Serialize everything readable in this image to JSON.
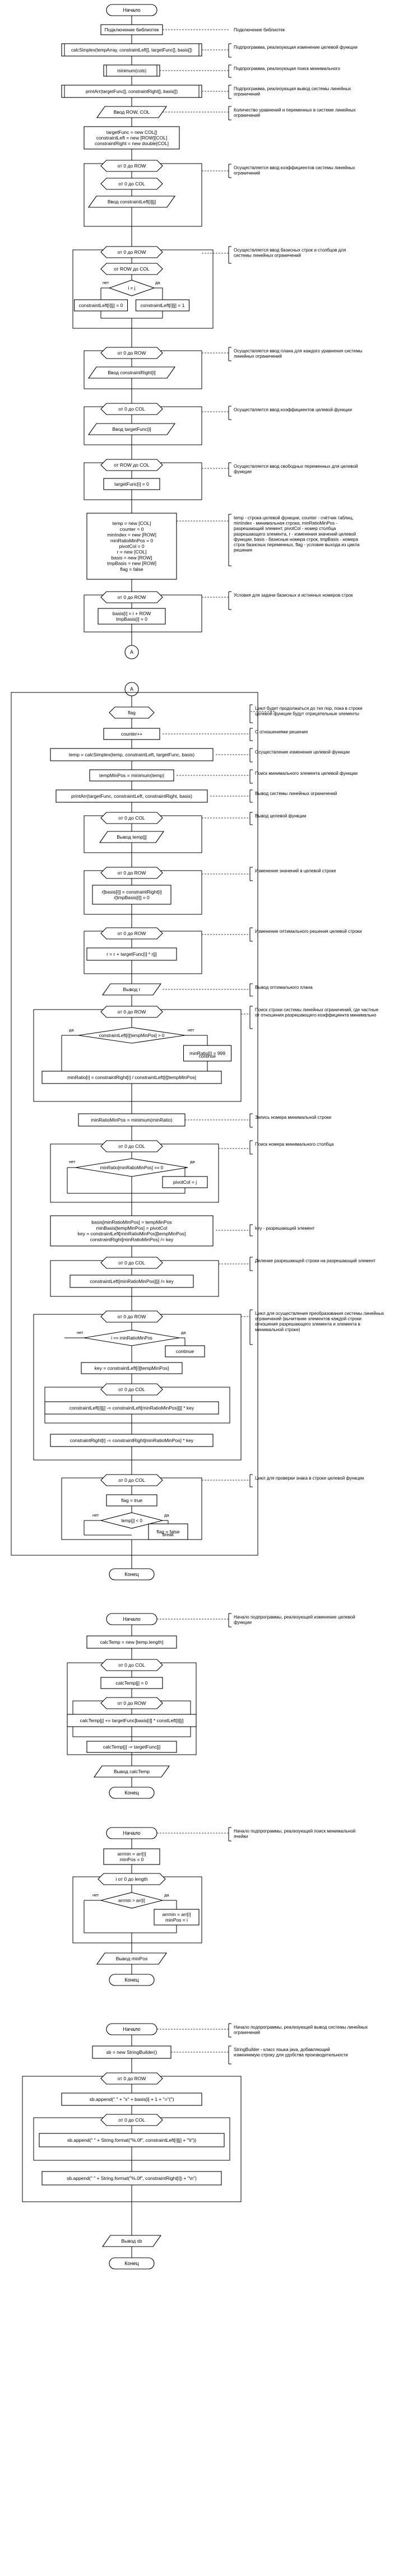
{
  "flow1": {
    "start": "Начало",
    "include_lib": "Подключение библиотек",
    "call_simplex": "calcSimplex(tempArray, constraintLeft[], targetFunc[], basis[])",
    "call_simplex_note": "Подпрограмма, реализующая изменение целевой функции",
    "call_minimum": "minimum(cols)",
    "call_minimum_note": "Подпрограмма, реализующая поиск минимального",
    "call_print": "printArr(targetFunc[], constraintRight[], basis[])",
    "call_print_note": "Подпрограмма, реализующая вывод системы линейных ограничений",
    "input_rowcol": "Ввод ROW, COL",
    "input_rowcol_note": "Количество уравнений и переменных в системе линейных ограничений",
    "arrays_init": [
      "targetFunc = new COL[]",
      "constraintLeft = new [ROW][COL]",
      "constraintRight = new double[COL]"
    ],
    "loop_i_row": "от 0 до ROW",
    "loop_j_col": "от 0 до COL",
    "loop_i_row_col": "от ROW до COL",
    "input_left": "Ввод constraintLeft[i][j]",
    "input_left_note": "Осуществляется ввод коэффициентов системы линейных ограничений",
    "basis_note": "Осуществляется ввод базисных строк и столбцов для системы линейных ограничений",
    "cond_i_eq_j": "i = j",
    "cl_one": "constraintLeft[i][j] = 1",
    "cl_zero": "constraintLeft[i][j] = 0",
    "input_right": "Ввод constraintRight[i]",
    "input_right_note": "Осуществляется ввод плана для каждого уравнения системы линейных ограничений",
    "input_target": "Ввод targetFunc[i]",
    "input_target_note": "Осуществляется ввод коэффициентов целевой функции",
    "target_zero": "targetFunc[i] = 0",
    "target_zero_note": "Осуществляется ввод свободных переменных для целевой функции",
    "vars_block": [
      "temp = new [COL]",
      "counter = 0",
      "minIndex = new [ROW]",
      "minRatioMinPos = 0",
      "pivotCol = 0",
      "r = new [COL]",
      "basis = new [ROW]",
      "tmpBasis = new [ROW]",
      "flag = false"
    ],
    "vars_note": "temp - строка целевой функции, counter - счётчик таблиц, minIndex - минимальная строка, minRatioMinPos - разрешающий элемент, pivotCol - номер столбца разрешающего элемента, r - изменения значений целевой функции, basis - базисные номера строк, tmpBasis - номера строк базисных переменных, flag - условие выхода из цикла решения",
    "basis_init": [
      "basis[i] = i + ROW",
      "tmpBasis[i] = 0"
    ],
    "basis_init_note": "Условия для задачи базисных и истинных номеров строк",
    "connector": "A"
  },
  "flow2": {
    "connector": "A",
    "flag": "flag",
    "flag_note": "Цикл будет продолжаться до тех пор, пока в строке целевой функции будут отрицательные элементы",
    "counter_inc": "counter++",
    "counter_note": "С отношениями решения",
    "call_simplex": "temp = calcSimplex(temp, constraintLeft, targetFunc, basis)",
    "call_simplex_note": "Осуществление изменения целевой функции",
    "temp_min": "tempMinPos = minimum(temp)",
    "temp_min_note": "Поиск минимального элемента целевой функции",
    "print_arr": "printArr(targetFunc, constraintLeft, constraintRight, basis)",
    "print_arr_note": "Вывод системы линейных ограничений",
    "loop_j_col": "от 0 до COL",
    "out_temp": "Вывод temp[j]",
    "out_temp_note": "Вывод целевой функции",
    "loop_i_row": "от 0 до ROW",
    "swap": [
      "r[basis[i]] = constraintRight[i]",
      "r[tmpBasis[i]] = 0"
    ],
    "swap_note": "Изменение значений в целевой строке",
    "loop_i_row2": "от 0 до ROW",
    "r_assign": "r = r + targetFunc[i] * r[j]",
    "r_assign_note": "Изменение оптимального решения целевой строки",
    "out_r": "Вывод r",
    "out_r_note": "Вывод оптимального плана",
    "loop_i_row3": "от 0 до ROW",
    "check_block_note": "Поиск строки системы линейных ограничений, где частные от отношения разрешающего коэффициента минимально",
    "cond_pos": "constraintLeft[i][tempMinPos] > 0",
    "min_ratio": "minRatio[i] = 999",
    "continue": "continue",
    "assign_ratio": "minRatio[i] = constraintRight[i] / constraintLeft[i][tempMinPos]",
    "min_ratio_pos": "minRatioMinPos = minimum(minRatio)",
    "min_ratio_pos_note": "Запись номера минимальной строки",
    "loop_j_col2": "от 0 до COL",
    "cond_min": "minRatio[minRatioMinPos] == 0",
    "pivot_col": "pivotCol = j",
    "pivot_col_note": "Поиск номера минимального столбца",
    "basis_block": [
      "basis[minRatioMinPos] = tempMinPos",
      "minBasis[tempMinPos] = pivotCol",
      "key = constraintLeft[minRatioMinPos][tempMinPos]",
      "constraintRight[minRatioMinPos] /= key"
    ],
    "basis_block_note": "key - разрешающий элемент",
    "loop_j_col3": "от 0 до COL",
    "cl_div": "constraintLeft[minRatioMinPos][j] /= key",
    "cl_div_note": "Деление разрешающей строки на разрешающий элемент",
    "loop_i_row4": "от 0 до ROW",
    "loop_i_row4_note": "Цикл для осуществления преобразования системы линейных ограничений (вычитание элементов каждой строки отношения разрешающего элемента и элемента в минимальной строке)",
    "cond_eq": "i == minRatioMinPos",
    "continue2": "continue",
    "key_assign": "key = constraintLeft[i][tempMinPos]",
    "loop_j_col4": "от 0 до COL",
    "cl_sub": "constraintLeft[i][j] -= constraintLeft[minRatioMinPos][j] * key",
    "cr_sub": "constraintRight[i] -= constraintRight[minRatioMinPos] * key",
    "loop_j_col5": "от 0 до COL",
    "loop_j_col5_note": "Цикл для проверки знака в строке целевой функции",
    "flag_true": "flag = true",
    "cond_temp": "temp[j] < 0",
    "flag_false": "flag = false",
    "break": "break",
    "end": "Конец"
  },
  "flow3": {
    "start": "Начало",
    "start_note": "Начало подпрограммы, реализующей изменение целевой функции",
    "calc_temp": "calcTemp = new [temp.length]",
    "loop_j_col": "от 0 до COL",
    "calc_zero": "calcTemp[j] = 0",
    "loop_i_row": "от 0 до ROW",
    "calc_acc": "calcTemp[j] += targetFunc[basis[i]] * constLeft[i][j]",
    "calc_sub": "calcTemp[j] -= targetFunc[j]",
    "out": "Вывод calcTemp",
    "end": "Конец"
  },
  "flow4": {
    "start": "Начало",
    "start_note": "Начало подпрограммы, реализующей поиск минимальной ячейки",
    "min_init": [
      "arrmin = arr[i]",
      "minPos = 0"
    ],
    "loop": "i от 0 до length",
    "cond": "arrmin > arr[i]",
    "assign": [
      "arrmin = arr[i]",
      "minPos = i"
    ],
    "out": "Вывод minPos",
    "end": "Конец"
  },
  "flow5": {
    "start": "Начало",
    "start_note": "Начало подпрограммы, реализующей вывод системы линейных ограничений",
    "sb": "sb = new StringBuilder()",
    "sb_note": "StringBuilder - класс языка java, добавляющий изменяемую строку для удобства производительности",
    "loop_i_row": "от 0 до ROW",
    "append1": "sb.append(\" \" + \"x\" + basis[i] + 1 + \"=\"(\")",
    "loop_j_col": "от 0 до COL",
    "append2": "sb.append(\" \" + String.format(\"%.0f\", constraintLeft[i][j] + \"\\t\"))",
    "append3": "sb.append(\" \" + String.format(\"%.0f\", constraintRight[i]) + \"\\n\")",
    "out": "Вывод sb",
    "end": "Конец"
  },
  "labels": {
    "yes": "да",
    "no": "нет"
  }
}
